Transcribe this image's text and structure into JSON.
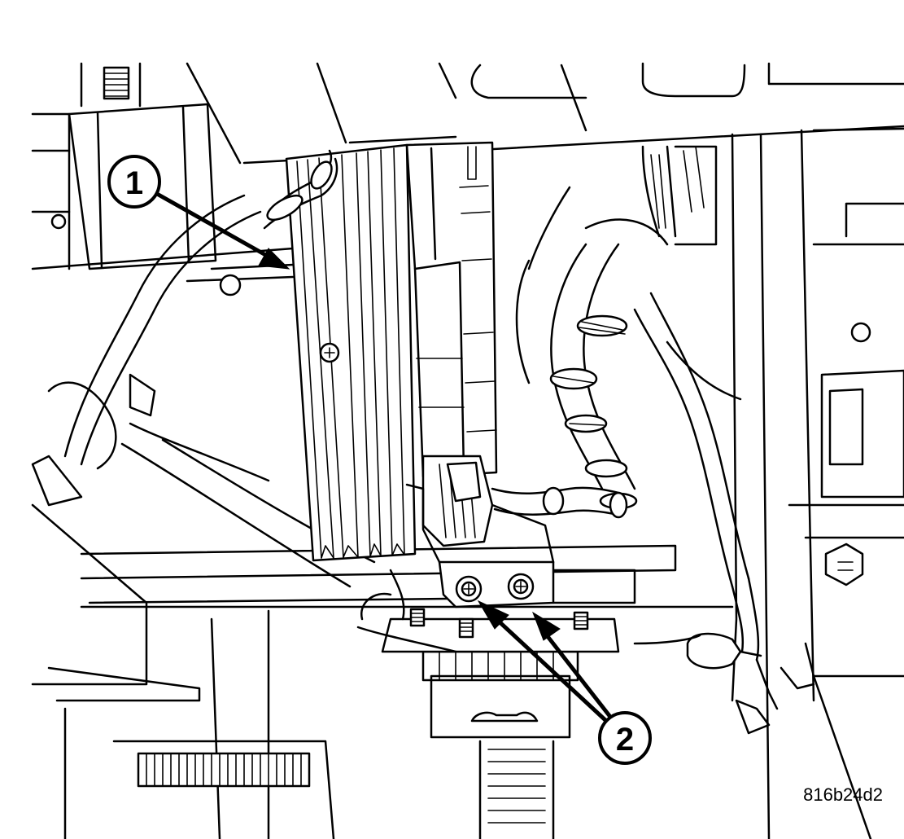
{
  "callouts": [
    {
      "label": "1"
    },
    {
      "label": "2"
    }
  ],
  "figure_id": "816b24d2"
}
